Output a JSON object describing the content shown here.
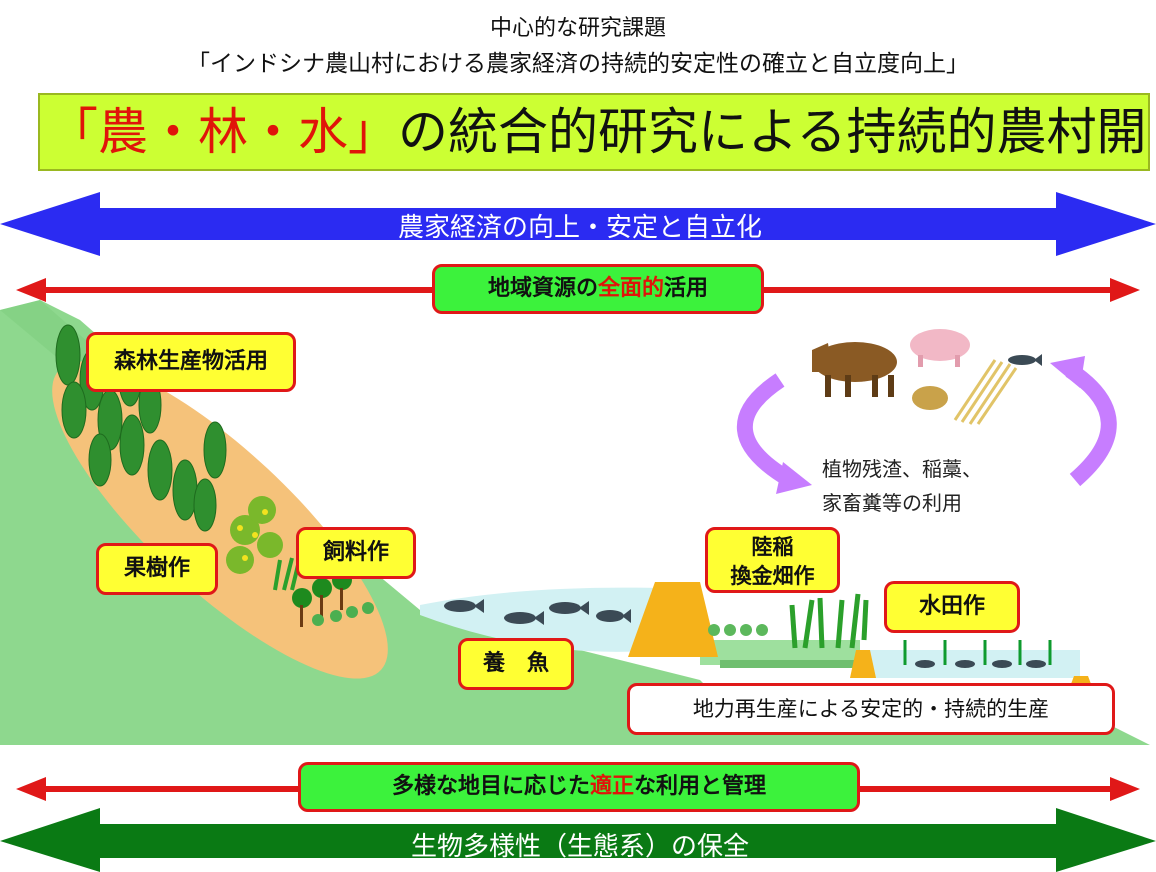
{
  "header": {
    "line1": "中心的な研究課題",
    "line2": "「インドシナ農山村における農家経済の持続的安定性の確立と自立度向上」"
  },
  "title": {
    "highlight": "「農・林・水」",
    "rest": "の統合的研究による持続的農村開発"
  },
  "arrows": {
    "top": "農家経済の向上・安定と自立化",
    "bottom": "生物多様性（生態系）の保全"
  },
  "resource_label": {
    "pre": "地域資源の",
    "highlight": "全面的",
    "post": "活用"
  },
  "land_use_label": {
    "pre": "多様な地目に応じた",
    "highlight": "適正",
    "post": "な利用と管理"
  },
  "labels": {
    "forest": "森林生産物活用",
    "orchard": "果樹作",
    "fodder": "飼料作",
    "fish": "養　魚",
    "upland_line1": "陸稲",
    "upland_line2": "換金畑作",
    "paddy": "水田作",
    "soil": "地力再生産による安定的・持続的生産"
  },
  "cycle": {
    "line1": "植物残渣、稲藁、",
    "line2": "家畜糞等の利用"
  },
  "colors": {
    "title_bg": "#ccff33",
    "label_bg": "#ffff33",
    "label_border": "#e01818",
    "blue_arrow": "#2b2bf2",
    "green_arrow": "#0a7a14",
    "red_arrow": "#e01818",
    "land": "#8ed88e",
    "water": "#d2f1f3",
    "dike": "#f5b21a"
  }
}
